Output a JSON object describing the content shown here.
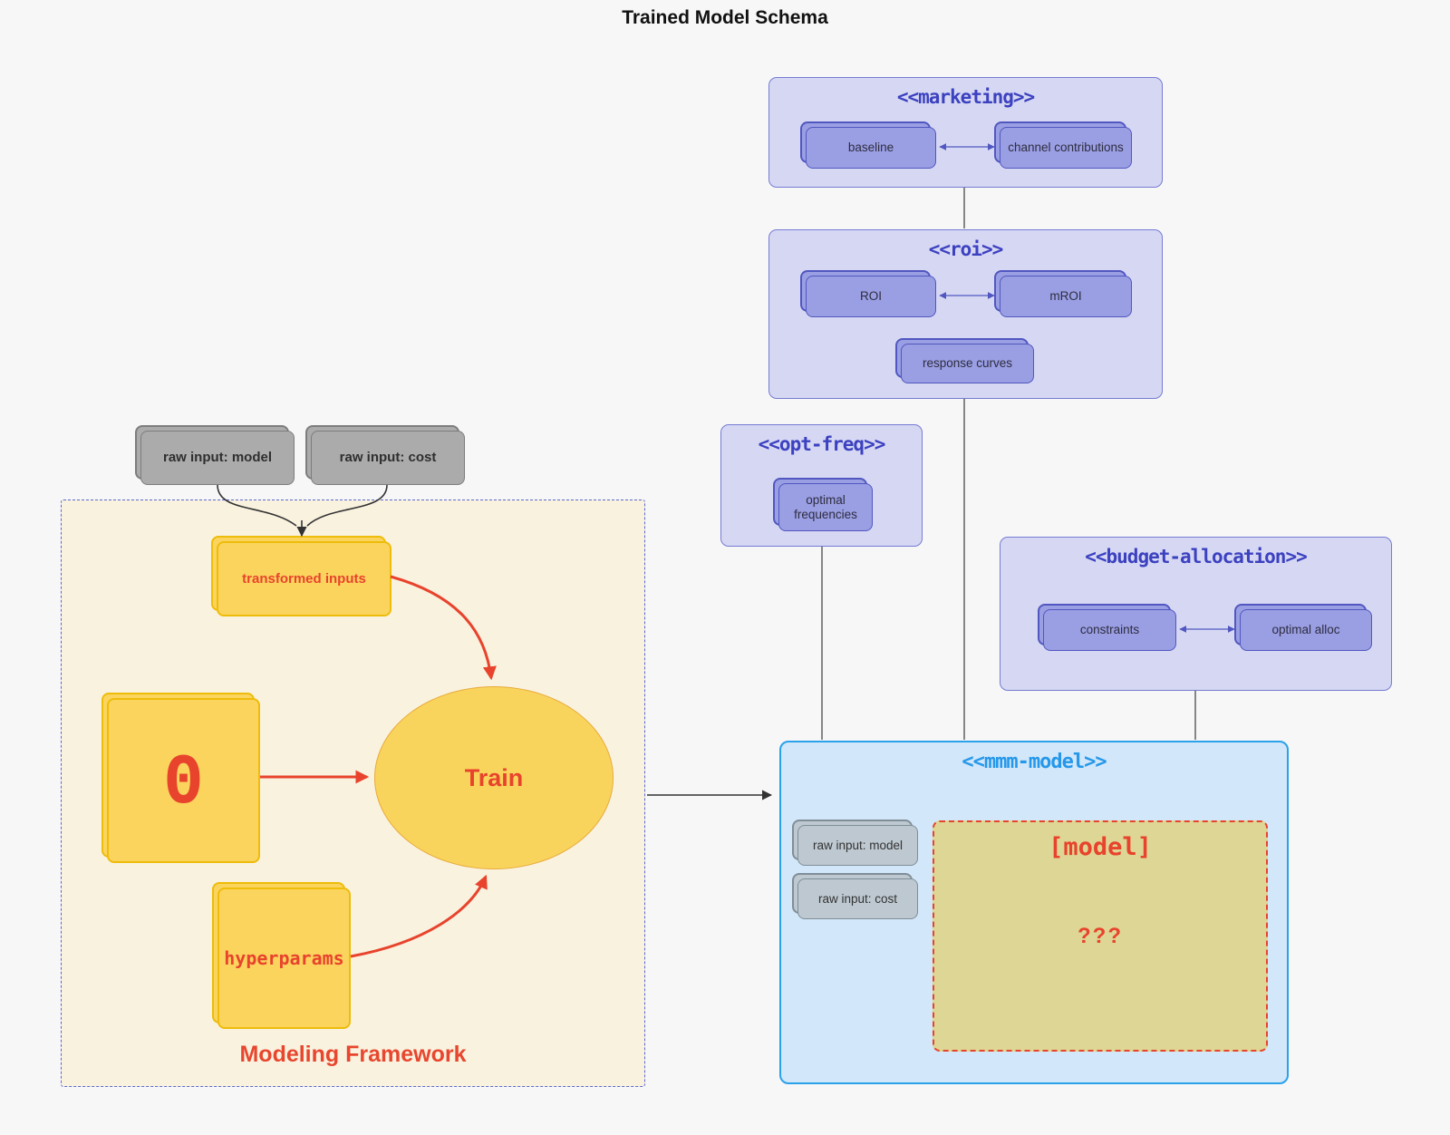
{
  "title": "Trained Model Schema",
  "colors": {
    "background": "#f7f7f8",
    "lavender_fill": "#d6d8f3",
    "lavender_border": "#767bd2",
    "purple_node_fill": "#9a9ee3",
    "purple_node_border": "#5157c0",
    "indigo_title": "#3c41c0",
    "blue_container_fill": "#d2e7f9",
    "blue_container_border": "#2aa2ea",
    "blue_title": "#2598ea",
    "cream_fill": "#f9f2df",
    "framework_dash_border": "#5a68d0",
    "yellow_fill": "#fbd45e",
    "yellow_border": "#eebc0a",
    "red_accent": "#e8432c",
    "gray_node_fill": "#ababab",
    "slate_node_fill": "#bdc8d0",
    "olive_fill": "#ddd695",
    "connector_gray": "#4a4a4a"
  },
  "containers": {
    "marketing": {
      "title": "<<marketing>>",
      "nodes": [
        {
          "label": "baseline"
        },
        {
          "label": "channel contributions"
        }
      ]
    },
    "roi": {
      "title": "<<roi>>",
      "nodes": [
        {
          "label": "ROI"
        },
        {
          "label": "mROI"
        },
        {
          "label": "response curves"
        }
      ]
    },
    "opt_freq": {
      "title": "<<opt-freq>>",
      "nodes": [
        {
          "label": "optimal frequencies"
        }
      ]
    },
    "budget_allocation": {
      "title": "<<budget-allocation>>",
      "nodes": [
        {
          "label": "constraints"
        },
        {
          "label": "optimal alloc"
        }
      ]
    },
    "mmm_model": {
      "title": "<<mmm-model>>",
      "inputs": [
        {
          "label": "raw input: model"
        },
        {
          "label": "raw input: cost"
        }
      ],
      "model_box": {
        "label": "[model]",
        "placeholder": "???"
      }
    }
  },
  "framework": {
    "label": "Modeling Framework",
    "raw_inputs": [
      {
        "label": "raw input: model"
      },
      {
        "label": "raw input: cost"
      }
    ],
    "transformed_inputs": "transformed inputs",
    "theta": "Θ",
    "train": "Train",
    "hyperparams": "hyperparams"
  }
}
